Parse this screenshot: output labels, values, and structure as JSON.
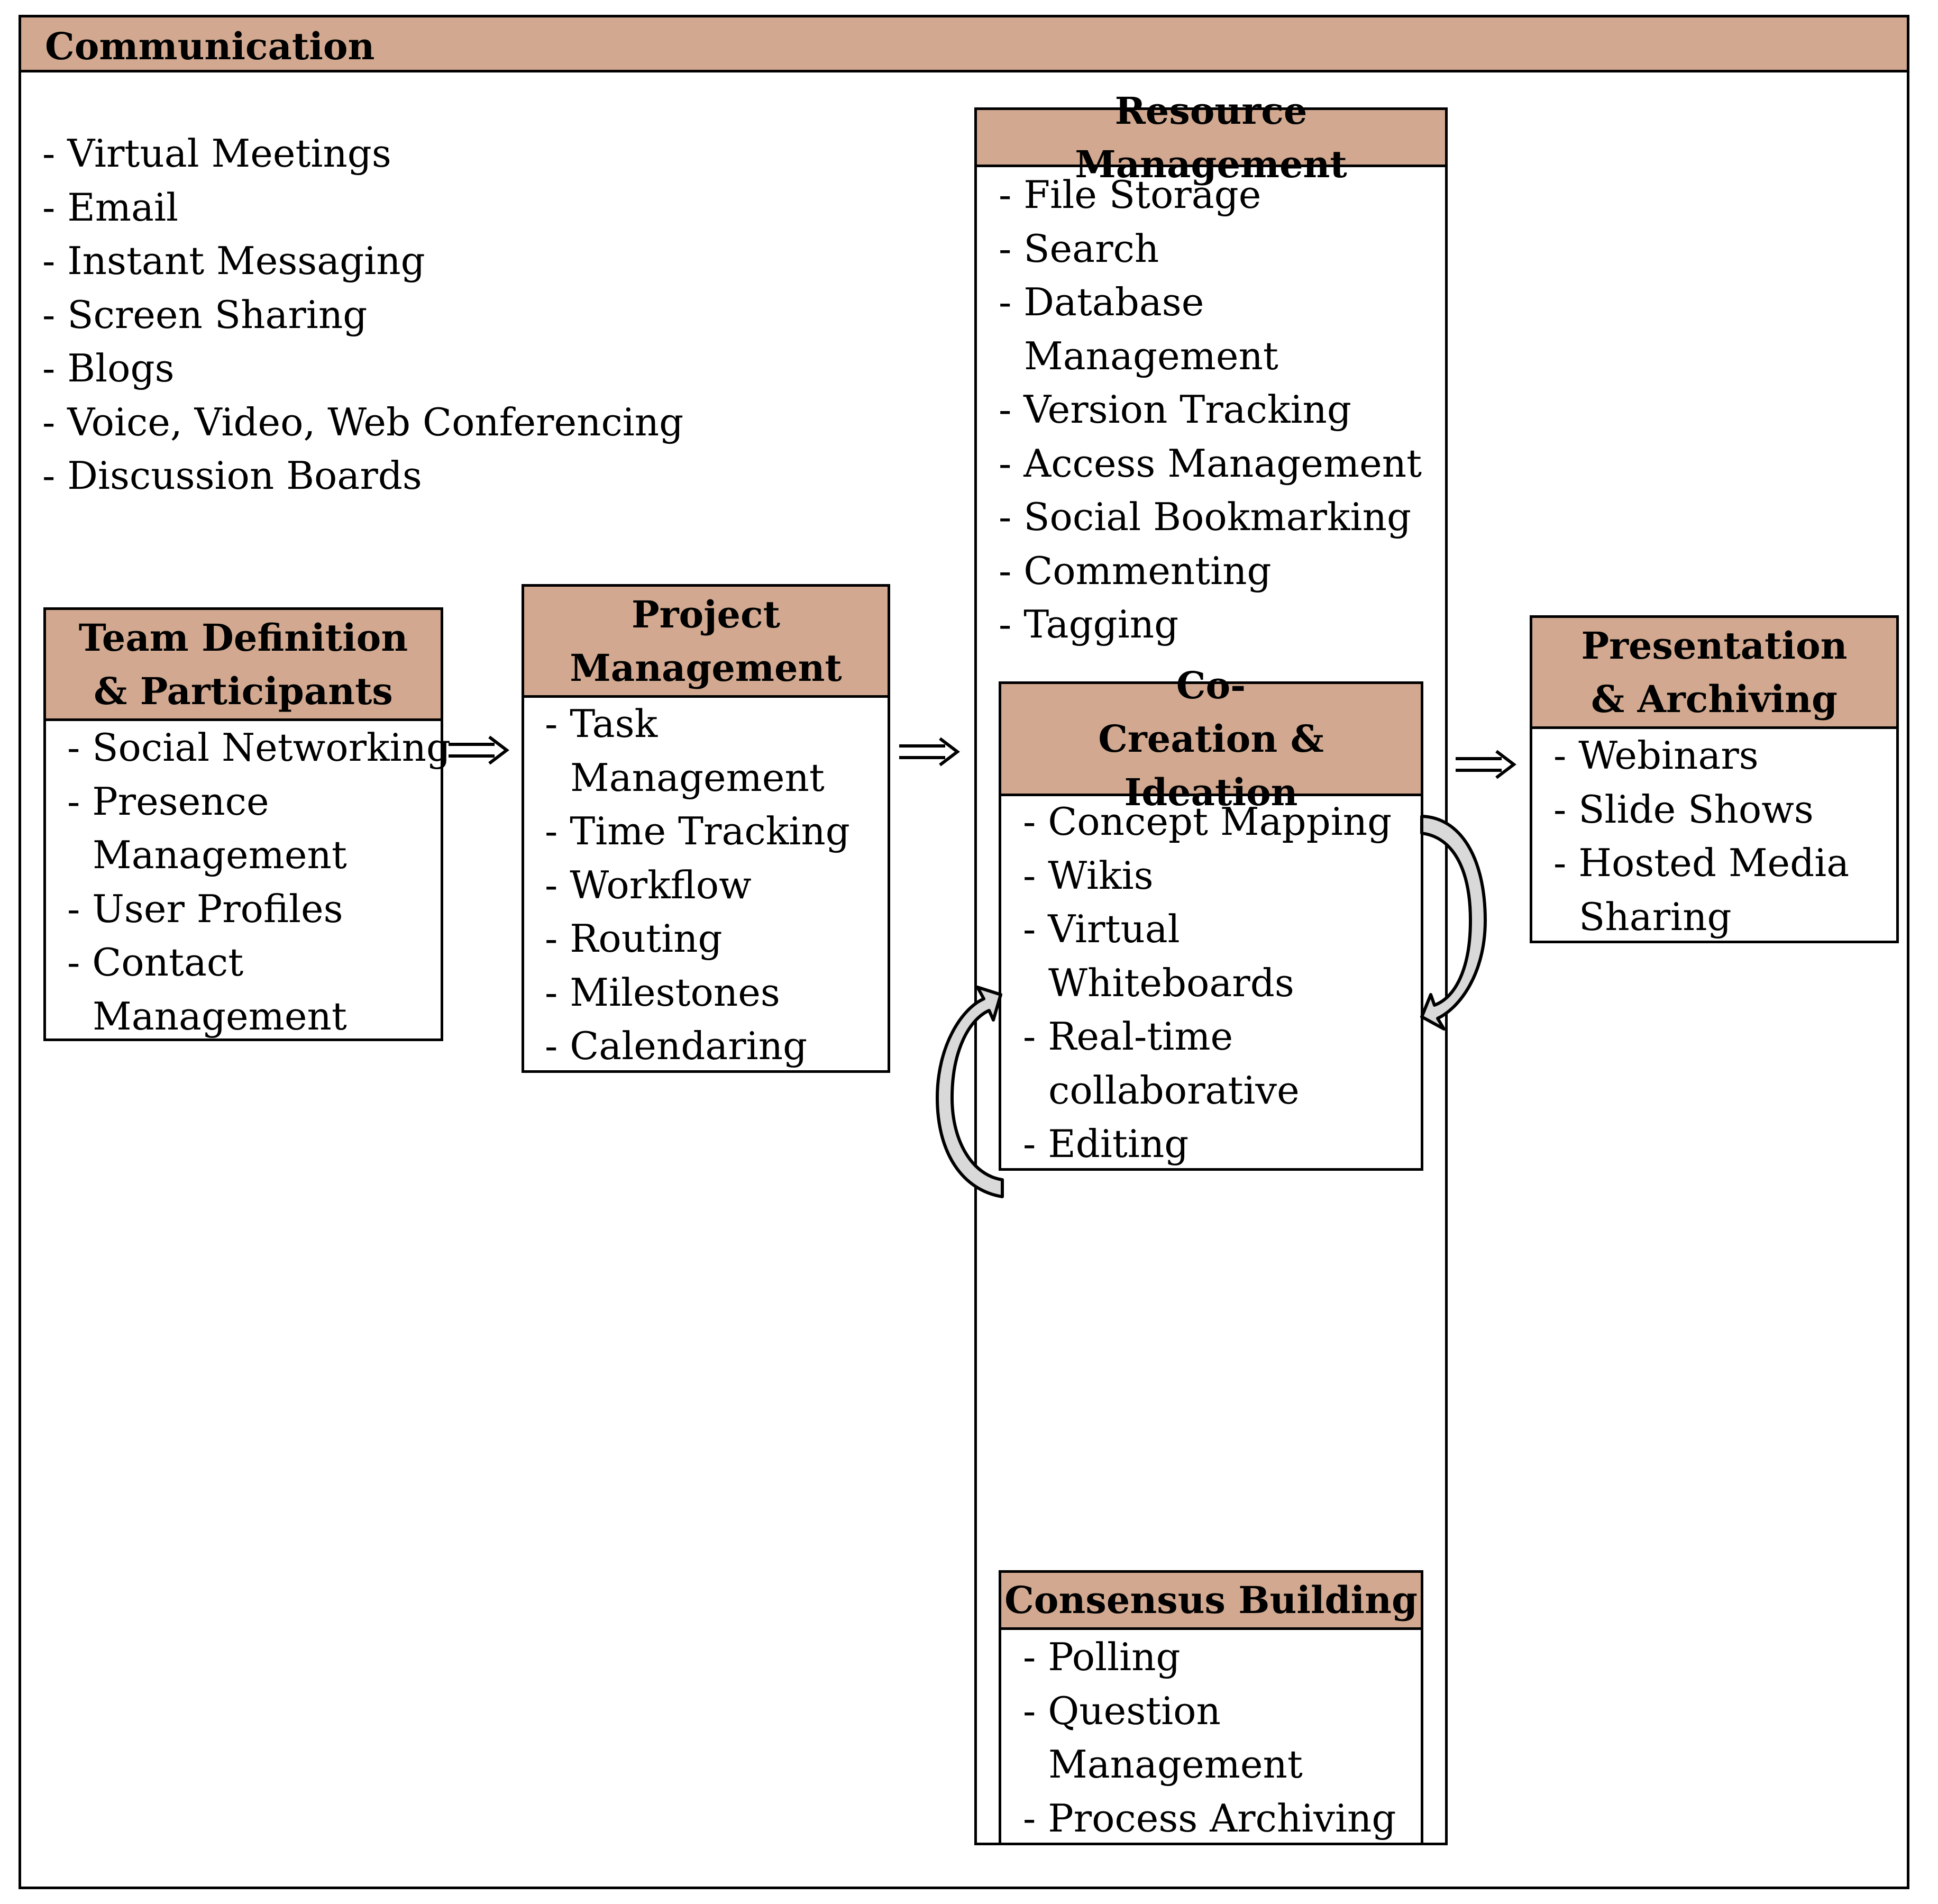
{
  "communication": {
    "title": "Communication",
    "items": [
      "- Virtual Meetings",
      "- Email",
      "- Instant Messaging",
      "- Screen Sharing",
      "- Blogs",
      "- Voice, Video, Web Conferencing",
      "- Discussion Boards"
    ]
  },
  "team_definition": {
    "title": "Team Definition & Participants",
    "lines": [
      "- Social Networking",
      "- Presence",
      "Management",
      "- User Profiles",
      "- Contact",
      "Management"
    ]
  },
  "project_management": {
    "title": "Project Management",
    "lines": [
      "- Task",
      "Management",
      "- Time Tracking",
      "- Workflow",
      "- Routing",
      "- Milestones",
      "- Calendaring"
    ]
  },
  "resource_management": {
    "title": "Resource Management",
    "lines": [
      "- File Storage",
      "- Search",
      "- Database",
      "Management",
      "- Version Tracking",
      "- Access Management",
      "- Social Bookmarking",
      "- Commenting",
      "- Tagging"
    ]
  },
  "co_creation": {
    "title": "Co-Creation & Ideation",
    "lines": [
      "- Concept Mapping",
      "- Wikis",
      "- Virtual",
      "Whiteboards",
      "- Real-time",
      "collaborative",
      "- Editing"
    ]
  },
  "consensus_building": {
    "title": "Consensus Building",
    "lines": [
      "- Polling",
      "- Question",
      "Management",
      "- Process Archiving"
    ]
  },
  "presentation_archiving": {
    "title": "Presentation & Archiving",
    "lines": [
      "- Webinars",
      "- Slide Shows",
      "- Hosted Media",
      "Sharing"
    ]
  },
  "colors": {
    "header_fill": "#d2a990",
    "border": "#000000",
    "curved_arrow_fill": "#d9d9d9"
  }
}
